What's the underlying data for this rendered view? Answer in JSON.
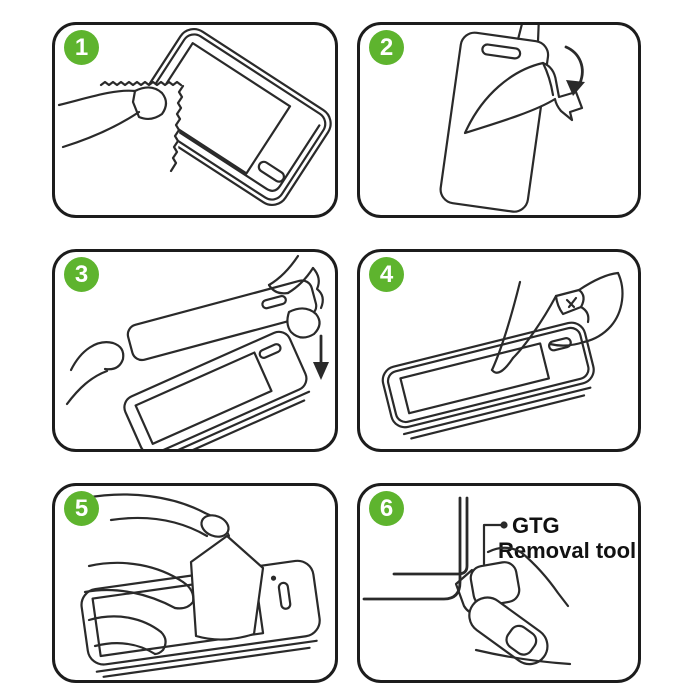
{
  "colors": {
    "accent_green": "#5eb42e",
    "line": "#2a2a2a",
    "panel_border": "#1c1c1c",
    "label_text": "#111111",
    "background": "#ffffff"
  },
  "steps": [
    {
      "number": "1",
      "illustration": "wipe-screen-with-cloth-icon"
    },
    {
      "number": "2",
      "illustration": "peel-backing-film-icon"
    },
    {
      "number": "3",
      "illustration": "align-glass-over-phone-icon"
    },
    {
      "number": "4",
      "illustration": "press-screen-center-icon"
    },
    {
      "number": "5",
      "illustration": "smooth-with-cloth-icon"
    },
    {
      "number": "6",
      "illustration": "removal-tool-icon",
      "annotation_line1": "GTG",
      "annotation_line2": "Removal tool"
    }
  ]
}
